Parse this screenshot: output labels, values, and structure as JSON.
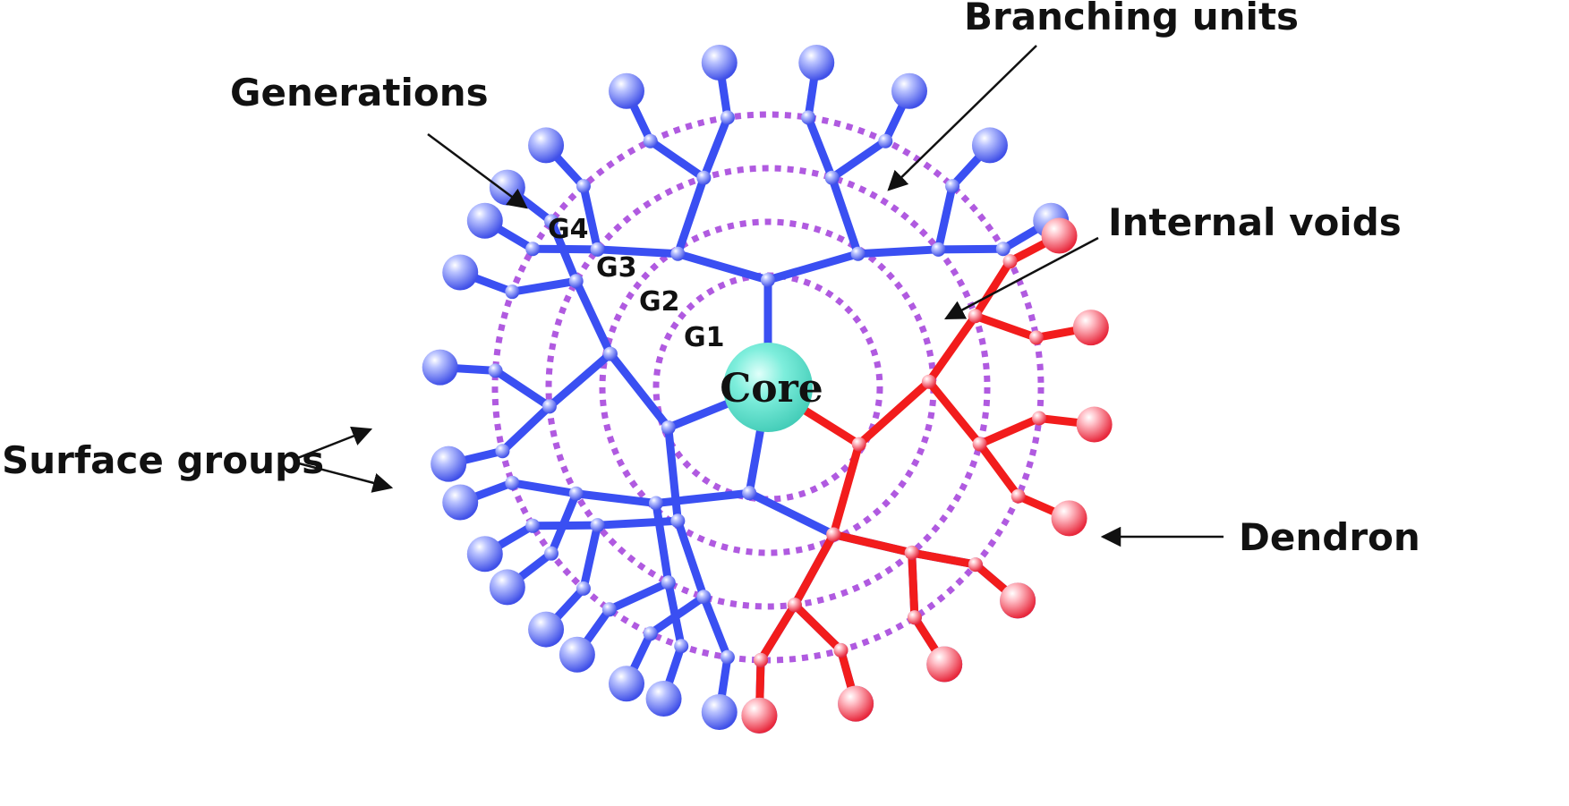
{
  "labels": {
    "branching_units": "Branching units",
    "generations": "Generations",
    "internal_voids": "Internal voids",
    "surface_groups": "Surface groups",
    "dendron": "Dendron",
    "core": "Core"
  },
  "generations": [
    "G4",
    "G3",
    "G2",
    "G1"
  ],
  "colors": {
    "blue_branch": "#3a4ff2",
    "red_branch": "#f21c1c",
    "ring": "#b05ae0",
    "core": "#6fe6d3",
    "arrow": "#111111"
  },
  "icons": {
    "surface_group": "sphere-ball",
    "core": "teal-sphere"
  }
}
